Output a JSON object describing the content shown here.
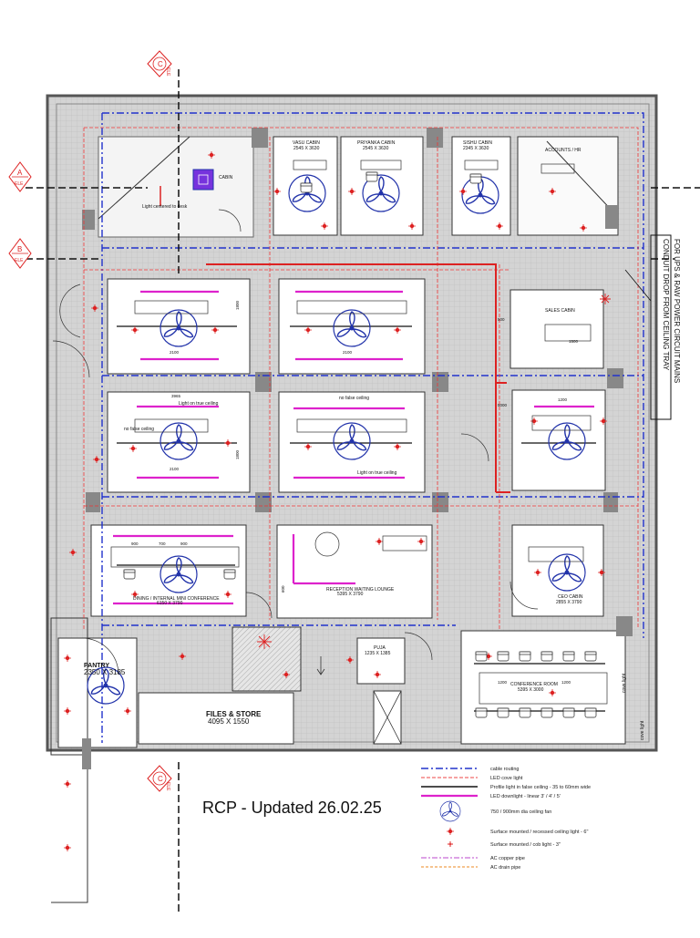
{
  "drawing": {
    "title": "RCP - Updated 26.02.25",
    "side_note_line1": "CONDUIT DROP FROM CEILING TRAY",
    "side_note_line2": "FOR UPS & RAW POWER CIRCUIT MAINS"
  },
  "section_markers": [
    {
      "id": "C",
      "sub": "ELE"
    },
    {
      "id": "A",
      "sub": "ELE"
    },
    {
      "id": "B",
      "sub": "ELE"
    },
    {
      "id": "C",
      "sub": "ELE"
    }
  ],
  "rooms": {
    "cabin_small": "CABIN",
    "light_note": "Light centered to desk",
    "vasu_cabin": "VASU CABIN",
    "vasu_size": "2545 X 3630",
    "priyanka_cabin": "PRIYANKA CABIN",
    "priyanka_size": "2545 X 3630",
    "sishu_cabin": "SISHU CABIN",
    "sishu_size": "2345 X 3630",
    "accounts_hr": "ACCOUNTS / HR",
    "sales_cabin": "SALES CABIN",
    "ceo_cabin": "CEO CABIN",
    "ceo_size": "2855 X 3790",
    "dining": "DINING / INTERNAL MINI CONFERENCE",
    "dining_size": "6150 X 3790",
    "reception": "RECEPTION WAITING LOUNGE",
    "reception_size": "5395 X 3790",
    "pantry": "PANTRY",
    "pantry_size": "2350 X 3185",
    "files_store": "FILES & STORE",
    "files_size": "4095 X 1550",
    "puja": "PUJA",
    "puja_size": "1235 X 1385",
    "conference": "CONFERENCE ROOM",
    "conference_size": "5395 X 3000",
    "no_false_ceiling_1": "no false ceiling",
    "no_false_ceiling_2": "no false ceiling",
    "light_on_true_1": "Light on true ceiling",
    "light_on_true_2": "Light on true ceiling",
    "cove_light_1": "cove light",
    "cove_light_2": "cove light"
  },
  "dims": {
    "d2100a": "2100",
    "d2100b": "2100",
    "d2100c": "2100",
    "d1800a": "1800",
    "d1800b": "1800",
    "d3965": "3965",
    "d900a": "900",
    "d700": "700",
    "d900b": "900",
    "d1200a": "1200",
    "d1200b": "1200",
    "d1200c": "1200",
    "d600": "600",
    "d500": "500",
    "d1500": "1500",
    "d5000": "5000"
  },
  "legend": [
    {
      "symbol": "cable-routing-line",
      "label": "cable routing",
      "color": "#2233cc"
    },
    {
      "symbol": "led-cove-line",
      "label": "LED cove light",
      "color": "#ee4444"
    },
    {
      "symbol": "profile-light-line",
      "label": "Profile light in false ceiling - 35 to 60mm wide",
      "color": "#111111"
    },
    {
      "symbol": "led-downlight-line",
      "label": "LED downlight - linear 3' / 4' / 5'",
      "color": "#dd22cc"
    },
    {
      "symbol": "ceiling-fan-icon",
      "label": "750 / 900mm dia ceiling fan",
      "color": "#2233aa"
    },
    {
      "symbol": "recessed-light-icon",
      "label": "Surface mounted / recessed ceiling light - 6\"",
      "color": "#dd2222"
    },
    {
      "symbol": "cob-light-icon",
      "label": "Surface mounted / cob light - 3\"",
      "color": "#dd2222"
    },
    {
      "symbol": "ac-copper-line",
      "label": "AC copper pipe",
      "color": "#bb44cc"
    },
    {
      "symbol": "ac-drain-line",
      "label": "AC drain pipe",
      "color": "#ee8822"
    }
  ],
  "colors": {
    "wall": "#7a7a7a",
    "tile": "#d6d6d6",
    "ceiling": "#ffffff",
    "cable": "#2233cc",
    "cove": "#ee3333",
    "downlight": "#dd22cc",
    "fan": "#2233aa",
    "light": "#dd2222",
    "conduit": "#dd2222"
  }
}
